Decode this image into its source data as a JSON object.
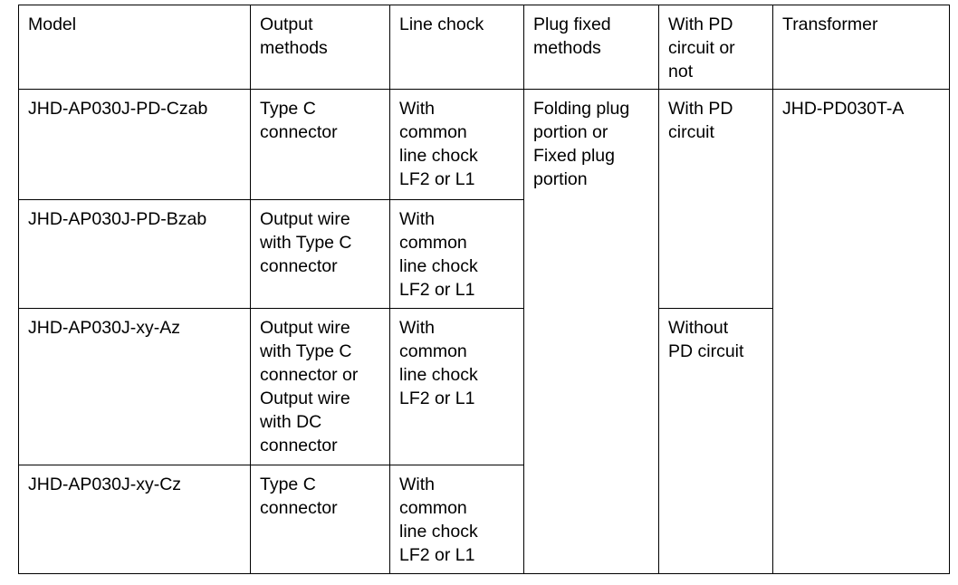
{
  "table": {
    "columns": [
      {
        "key": "model",
        "label": "Model"
      },
      {
        "key": "output",
        "label": "Output\nmethods"
      },
      {
        "key": "chock",
        "label": "Line chock"
      },
      {
        "key": "plug",
        "label": "Plug fixed\nmethods"
      },
      {
        "key": "pd",
        "label": "With PD\ncircuit or\nnot"
      },
      {
        "key": "transformer",
        "label": "Transformer"
      }
    ],
    "rows": [
      {
        "model": "JHD-AP030J-PD-Czab",
        "output": "Type C\nconnector",
        "chock": "With\ncommon\nline chock\nLF2 or L1"
      },
      {
        "model": "JHD-AP030J-PD-Bzab",
        "output": "Output wire\nwith Type C\nconnector",
        "chock": "With\ncommon\nline chock\nLF2 or L1"
      },
      {
        "model": "JHD-AP030J-xy-Az",
        "output": "Output wire\nwith Type C\nconnector or\nOutput wire\nwith DC\nconnector",
        "chock": "With\ncommon\nline chock\nLF2 or L1"
      },
      {
        "model": "JHD-AP030J-xy-Cz",
        "output": "Type C\nconnector",
        "chock": "With\ncommon\nline chock\nLF2 or L1"
      }
    ],
    "merged_cells": {
      "plug_fixed_methods_all_rows": "Folding plug\nportion or\nFixed plug\nportion",
      "pd_circuit_rows_1_2": "With PD\ncircuit",
      "pd_circuit_rows_3_4": "Without\nPD circuit",
      "transformer_all_rows": "JHD-PD030T-A"
    }
  },
  "colors": {
    "border": "#000000",
    "text": "#000000",
    "background": "#ffffff"
  }
}
